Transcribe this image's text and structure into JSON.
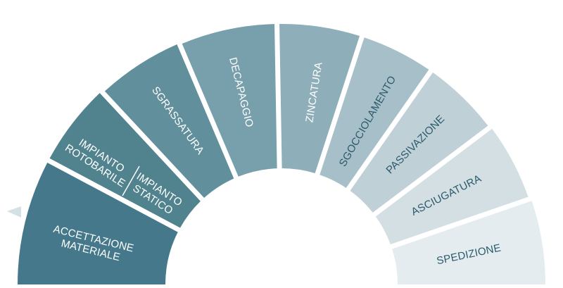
{
  "process": {
    "stages": [
      {
        "lines": [
          "ACCETTAZIONE",
          "MATERIALE"
        ],
        "fill": "#44788a",
        "text_color": "#ffffff"
      },
      {
        "lines": [
          "IMPIANTO",
          "ROTOBARILE"
        ],
        "lines_b": [
          "IMPIANTO",
          "STATICO"
        ],
        "fill": "#51838f",
        "text_color": "#ffffff"
      },
      {
        "lines": [
          "SGRASSATURA"
        ],
        "fill": "#61909c",
        "text_color": "#ffffff"
      },
      {
        "lines": [
          "DECAPAGGIO"
        ],
        "fill": "#789fac",
        "text_color": "#ffffff"
      },
      {
        "lines": [
          "ZINCATURA"
        ],
        "fill": "#8eaeb9",
        "text_color": "#ffffff"
      },
      {
        "lines": [
          "SGOCCIOLAMENTO"
        ],
        "fill": "#a7bfc8",
        "text_color": "#2c5a6c"
      },
      {
        "lines": [
          "PASSIVAZIONE"
        ],
        "fill": "#bfd0d7",
        "text_color": "#2c5a6c"
      },
      {
        "lines": [
          "ASCIUGATURA"
        ],
        "fill": "#d3dfe3",
        "text_color": "#2c5a6c"
      },
      {
        "lines": [
          "SPEDIZIONE"
        ],
        "fill": "#e4ecef",
        "text_color": "#2c5a6c"
      }
    ],
    "marker_color": "#d3e0e5",
    "divider_color": "#ffffff"
  }
}
